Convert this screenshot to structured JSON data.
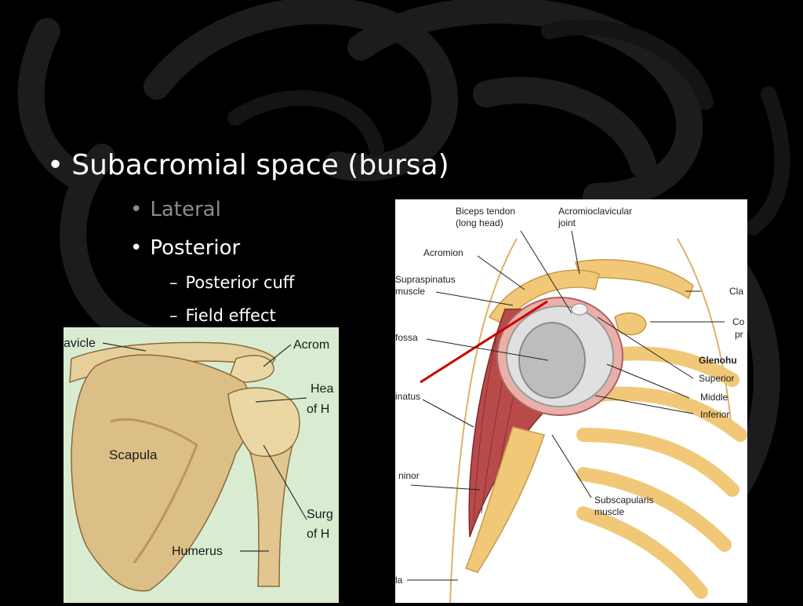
{
  "slide": {
    "bullet_1": "Subacromial space (bursa)",
    "bullet_1_1": "Lateral",
    "bullet_1_2": "Posterior",
    "bullet_1_2_1": "Posterior cuff",
    "bullet_1_2_2": "Field effect",
    "bullet_marker": "•",
    "dash_marker": "–"
  },
  "figure_left": {
    "labels": {
      "clavicle": "avicle",
      "acromion": "Acrom",
      "head_of_humerus_1": "Hea",
      "head_of_humerus_2": "of H",
      "scapula": "Scapula",
      "surgical_neck_1": "Surg",
      "surgical_neck_2": "of H",
      "humerus": "Humerus"
    }
  },
  "figure_right": {
    "labels": {
      "biceps_1": "Biceps tendon",
      "biceps_2": "(long head)",
      "acromioclavicular_1": "Acromioclavicular",
      "acromioclavicular_2": "joint",
      "acromion": "Acromion",
      "supraspinatus_1": "Supraspinatus",
      "supraspinatus_2": "muscle",
      "clavicle": "Cla",
      "coracoid_1": "Co",
      "coracoid_2": "pr",
      "fossa": "fossa",
      "glenohumeral": "Glenohu",
      "superior": "Superior",
      "middle": "Middle",
      "inferior": "Inferior",
      "infraspinatus": "inatus",
      "teres_minor": "ninor",
      "subscapularis_1": "Subscapularis",
      "subscapularis_2": "muscle",
      "bottom": "la"
    }
  },
  "colors": {
    "background": "#000000",
    "text": "#ffffff",
    "dim_text": "#8c8c8c",
    "bone": "#f0c878",
    "muscle": "#b84a4a",
    "left_figure_bg": "#d9ecd2",
    "red_line": "#cc0000"
  }
}
